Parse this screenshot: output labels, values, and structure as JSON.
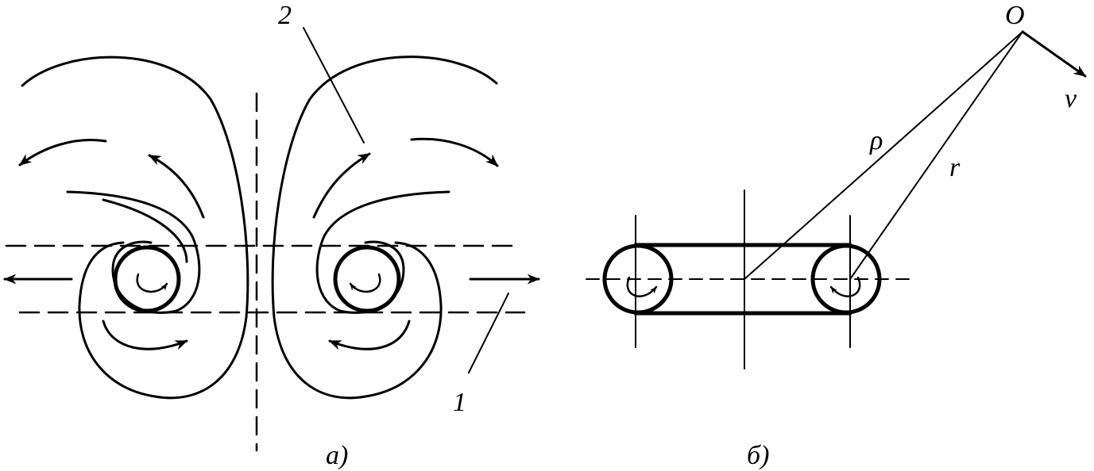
{
  "panel_a": {
    "caption": "а)",
    "callout_top": "2",
    "callout_bottom": "1"
  },
  "panel_b": {
    "caption": "б)",
    "point_label": "O",
    "velocity_label": "v",
    "rho_label": "ρ",
    "r_label": "r"
  },
  "colors": {
    "ink": "#000000",
    "background": "#ffffff"
  }
}
